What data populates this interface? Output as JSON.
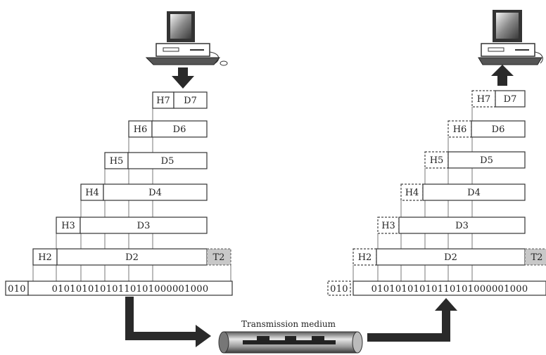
{
  "sender": {
    "layers": [
      {
        "header": "H7",
        "data": "D7"
      },
      {
        "header": "H6",
        "data": "D6"
      },
      {
        "header": "H5",
        "data": "D5"
      },
      {
        "header": "H4",
        "data": "D4"
      },
      {
        "header": "H3",
        "data": "D3"
      },
      {
        "header": "H2",
        "data": "D2",
        "trailer": "T2"
      }
    ],
    "bits_prefix": "010",
    "bits": "01010101010110101000001000"
  },
  "receiver": {
    "layers": [
      {
        "header": "H7",
        "data": "D7"
      },
      {
        "header": "H6",
        "data": "D6"
      },
      {
        "header": "H5",
        "data": "D5"
      },
      {
        "header": "H4",
        "data": "D4"
      },
      {
        "header": "H3",
        "data": "D3"
      },
      {
        "header": "H2",
        "data": "D2",
        "trailer": "T2"
      }
    ],
    "bits_prefix": "010",
    "bits": "01010101010110101000001000"
  },
  "medium": {
    "label": "Transmission medium"
  },
  "icons": {
    "computer": "desktop-computer-icon",
    "arrow": "arrow-icon",
    "cable": "cable-icon"
  }
}
